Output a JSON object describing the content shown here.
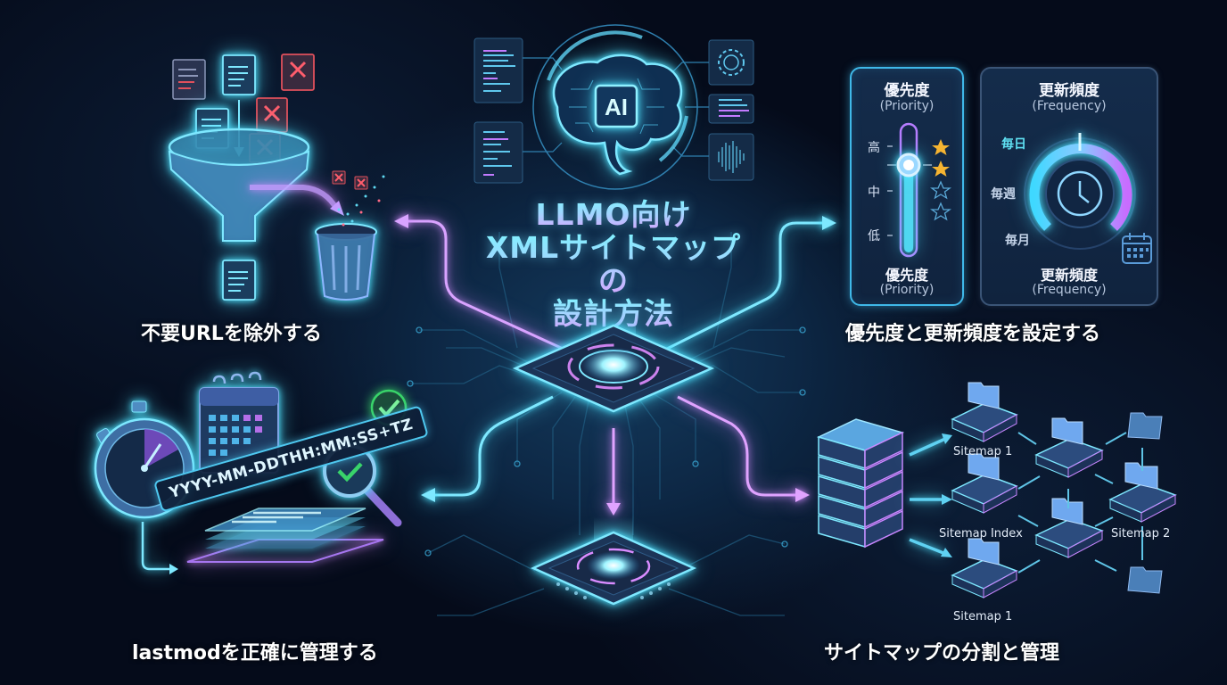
{
  "title": {
    "line1": "LLMO向け",
    "line2": "XMLサイトマップの",
    "line3": "設計方法"
  },
  "center_hub": {
    "icon": "ai-brain-icon",
    "badge": "AI"
  },
  "sections": {
    "exclude_urls": {
      "caption": "不要URLを除外する",
      "icons": [
        "document-icon",
        "rejected-document-icon",
        "funnel-icon",
        "trash-can-icon"
      ]
    },
    "priority_frequency": {
      "caption": "優先度と更新頻度を設定する",
      "priority_card": {
        "title": "優先度",
        "subtitle": "(Priority)",
        "levels": [
          "高",
          "中",
          "低"
        ],
        "stars_filled": 2,
        "stars_total": 4,
        "footer_title": "優先度",
        "footer_subtitle": "(Priority)"
      },
      "frequency_card": {
        "title": "更新頻度",
        "subtitle": "(Frequency)",
        "levels": [
          "毎日",
          "毎週",
          "毎月"
        ],
        "footer_title": "更新頻度",
        "footer_subtitle": "(Frequency)"
      }
    },
    "lastmod": {
      "caption": "lastmodを正確に管理する",
      "date_format": "YYYY-MM-DDTHH:MM:SS+TZ",
      "icons": [
        "stopwatch-icon",
        "calendar-icon",
        "check-icon",
        "magnifier-check-icon",
        "document-stack-icon"
      ]
    },
    "sitemap_split": {
      "caption": "サイトマップの分割と管理",
      "nodes": {
        "top": "Sitemap 1",
        "index": "Sitemap Index",
        "bottom": "Sitemap 1",
        "right": "Sitemap 2"
      }
    }
  },
  "colors": {
    "background": "#050b1a",
    "cyan_accent": "#4fe3ff",
    "pink_accent": "#d38bff",
    "star_gold": "#f5b431",
    "check_green": "#39d46a",
    "reject_red": "#e0505c"
  }
}
